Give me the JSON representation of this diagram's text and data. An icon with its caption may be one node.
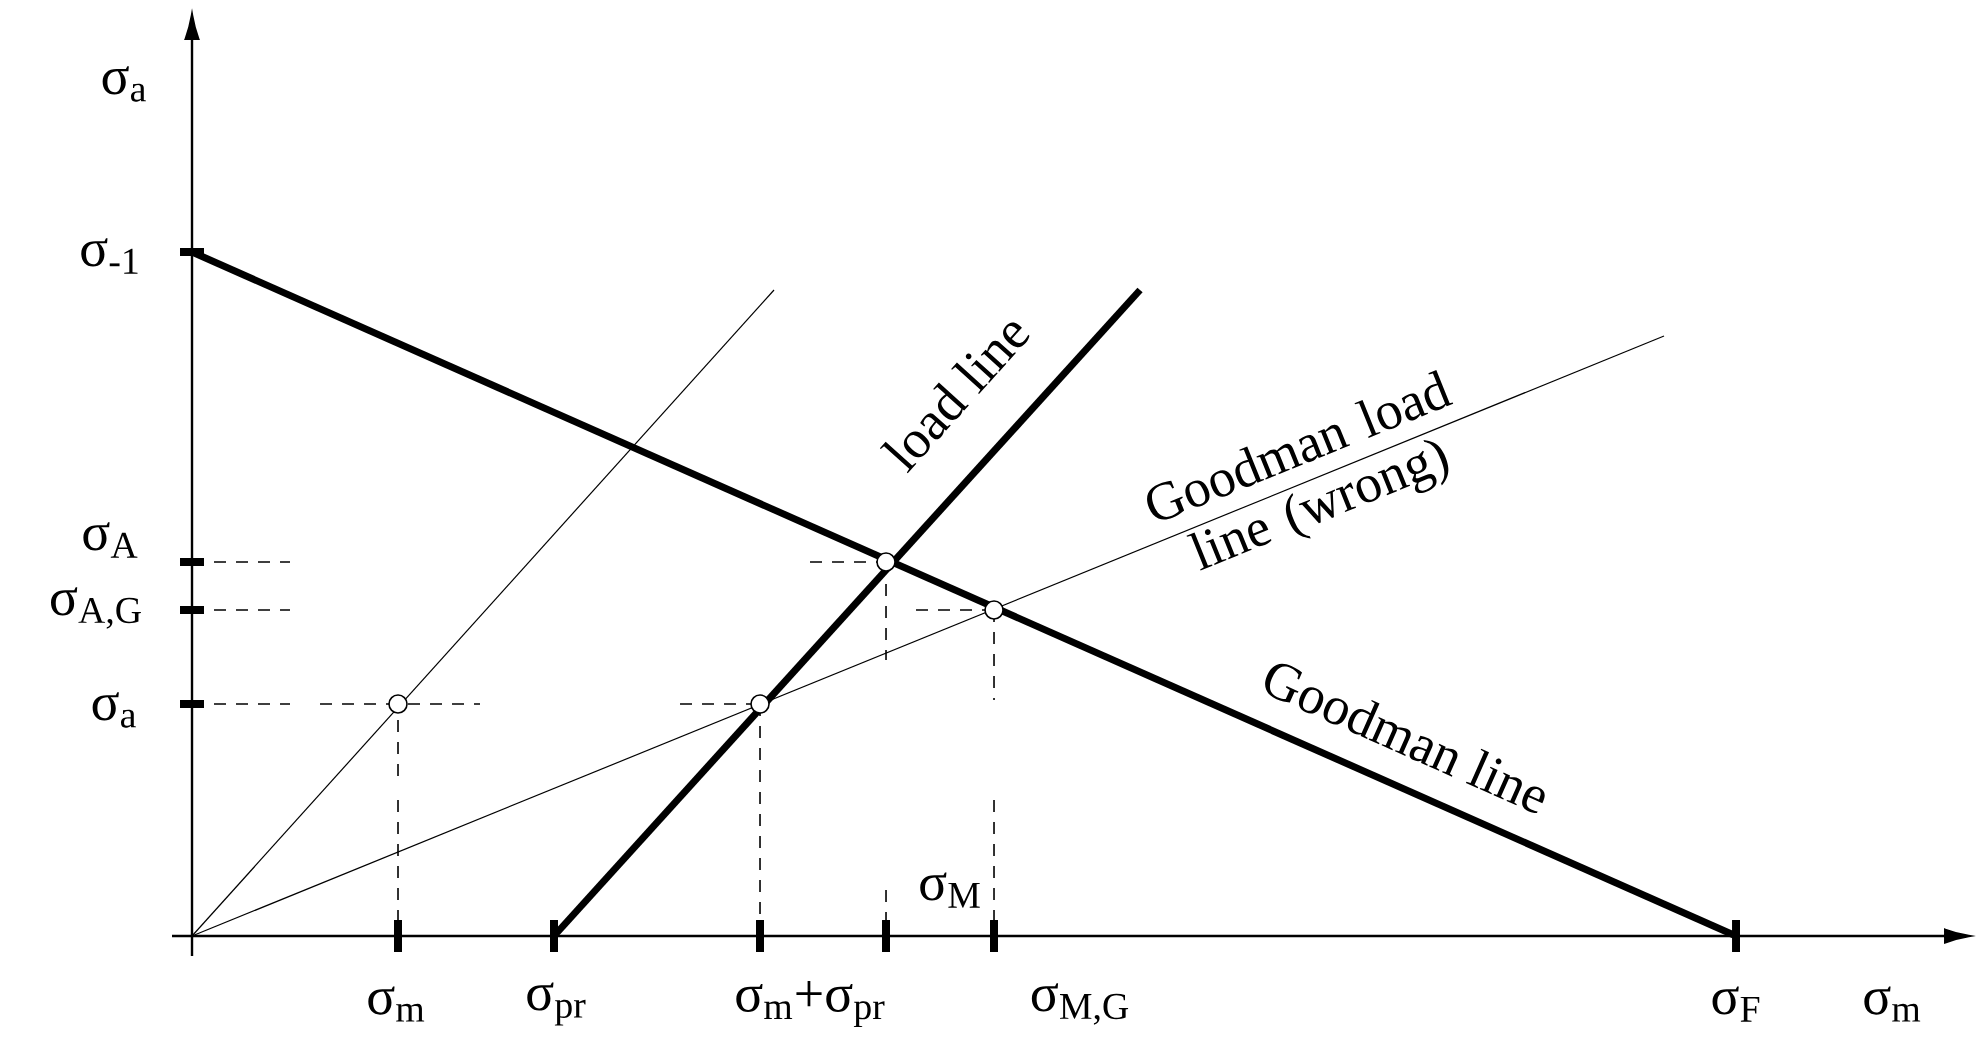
{
  "diagram": {
    "labels": [
      "σ$_{a}$",
      "σ$_{-1}$",
      "σ$_{A}$",
      "σ$_{A,G}$",
      "σ$_{a}$",
      "load line",
      "Goodman load line (wrong)",
      "Goodman line",
      "σ$_{M}$",
      "σ$_{m}$",
      "σ$_{pr}$",
      "σ$_{m}$+σ$_{pr}$",
      "σ$_{M,G}$",
      "σ$_{F}$",
      "σ$_{m}$"
    ]
  }
}
